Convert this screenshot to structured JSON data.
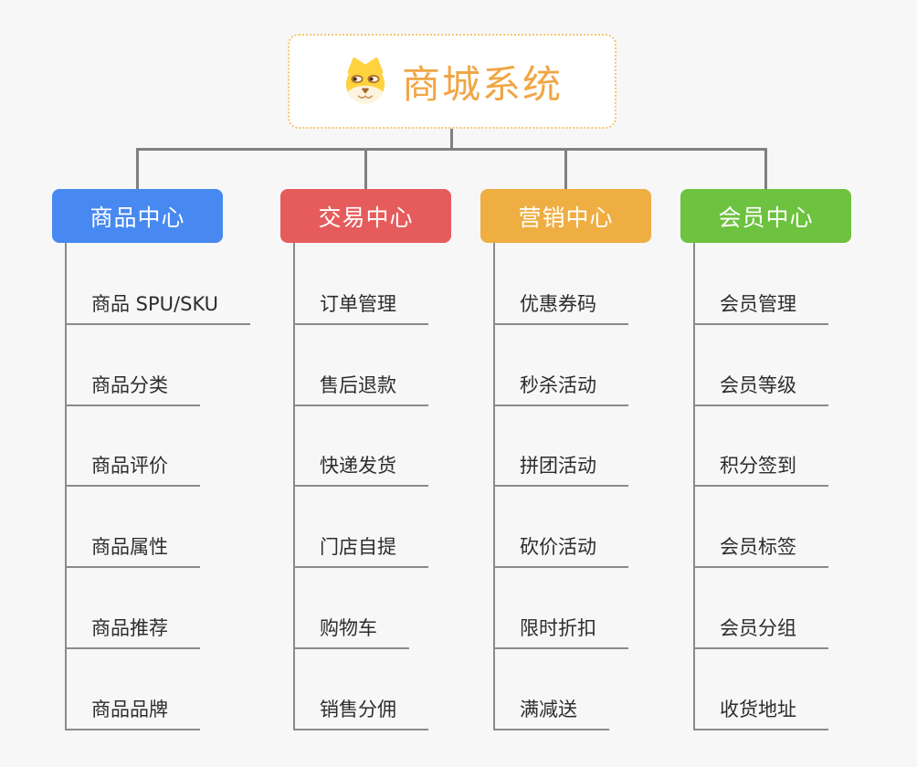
{
  "root": {
    "label": "商城系统",
    "icon": "dog-face-icon",
    "text_color": "#f0a644",
    "border_color": "#f4c473"
  },
  "connector_color": "#808080",
  "branches": [
    {
      "label": "商品中心",
      "color": "#4789f0",
      "items": [
        "商品 SPU/SKU",
        "商品分类",
        "商品评价",
        "商品属性",
        "商品推荐",
        "商品品牌"
      ]
    },
    {
      "label": "交易中心",
      "color": "#e65c5c",
      "items": [
        "订单管理",
        "售后退款",
        "快递发货",
        "门店自提",
        "购物车",
        "销售分佣"
      ]
    },
    {
      "label": "营销中心",
      "color": "#efae42",
      "items": [
        "优惠券码",
        "秒杀活动",
        "拼团活动",
        "砍价活动",
        "限时折扣",
        "满减送"
      ]
    },
    {
      "label": "会员中心",
      "color": "#6dc23f",
      "items": [
        "会员管理",
        "会员等级",
        "积分签到",
        "会员标签",
        "会员分组",
        "收货地址"
      ]
    }
  ]
}
